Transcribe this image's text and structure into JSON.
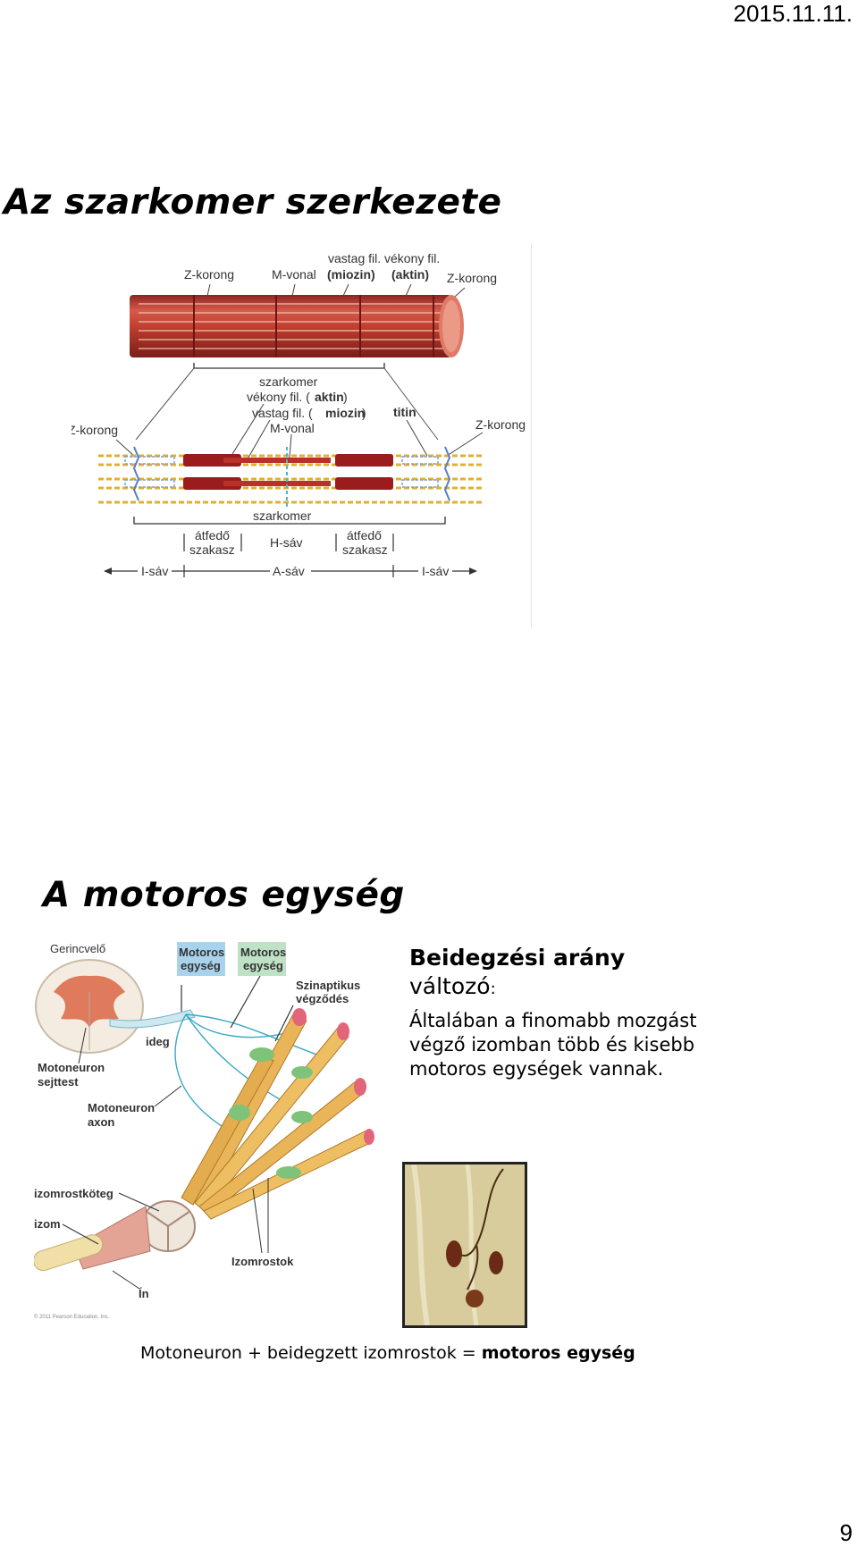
{
  "header": {
    "date": "2015.11.11."
  },
  "slide1": {
    "title": "Az szarkomer szerkezete",
    "labels": {
      "z_korong_top_left": "Z-korong",
      "m_vonal_top": "M-vonal",
      "vastag_fil_top": "vastag fil.",
      "vekony_fil_top": "vékony fil.",
      "miozin_top": "(miozin)",
      "aktin_top": "(aktin)",
      "z_korong_top_right": "Z-korong",
      "szarkomer_top": "szarkomer",
      "vekony_fil_mid": "vékony fil. (",
      "aktin_mid": "aktin",
      "paren_close": ")",
      "vastag_fil_mid": "vastag fil. (",
      "miozin_mid": "miozin",
      "m_vonal_mid": "M-vonal",
      "titin": "titin",
      "z_korong_left": "Z-korong",
      "z_korong_right": "Z-korong",
      "szarkomer_bottom": "szarkomer",
      "atfedo": "átfedő",
      "szakasz": "szakasz",
      "h_sav": "H-sáv",
      "i_sav": "I-sáv",
      "a_sav": "A-sáv"
    },
    "colors": {
      "muscle_red": "#b5332c",
      "thin_filament": "#e0b030",
      "thick_filament": "#9a1c1c",
      "titin": "#7a9bd6"
    }
  },
  "slide2": {
    "title": "A motoros egység",
    "diagram_labels": {
      "gerincvelo": "Gerincvelő",
      "motoros_egyseg": "Motoros",
      "egyseg": "egység",
      "szinaptikus": "Szinaptikus",
      "vegzodes": "végződés",
      "ideg": "ideg",
      "motoneuron": "Motoneuron",
      "sejttest": "sejttest",
      "axon": "axon",
      "izomrostkoteg": "izomrostköteg",
      "izom": "izom",
      "izomrostok": "Izomrostok",
      "in": "Ín",
      "copyright": "© 2011 Pearson Education, Inc."
    },
    "side_title_bold": "Beidegzési arány",
    "side_title_rest": "változó",
    "side_title_colon": ":",
    "side_body": "Általában a finomabb mozgást végző izomban több és kisebb motoros egységek vannak.",
    "caption_plain": "Motoneuron + beidegzett izomrostok = ",
    "caption_bold": "motoros egység",
    "colors": {
      "fiber": "#e9b558",
      "spinal": "#e07a5c",
      "nerve": "#3aa8c4",
      "photo_bg": "#cfbf86"
    }
  },
  "footer": {
    "page_number": "9"
  }
}
